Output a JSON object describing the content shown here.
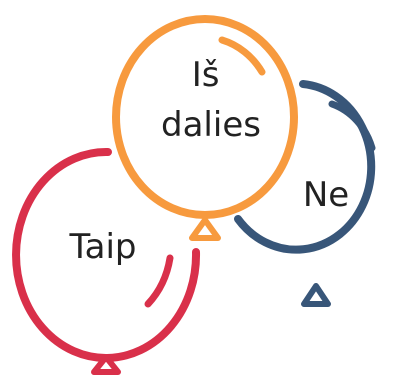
{
  "balloons": [
    {
      "label": "Taip",
      "color": "#D9304A"
    },
    {
      "label_lines": [
        "Iš",
        "dalies"
      ],
      "color": "#F79A3E"
    },
    {
      "label": "Ne",
      "color": "#385679"
    }
  ]
}
